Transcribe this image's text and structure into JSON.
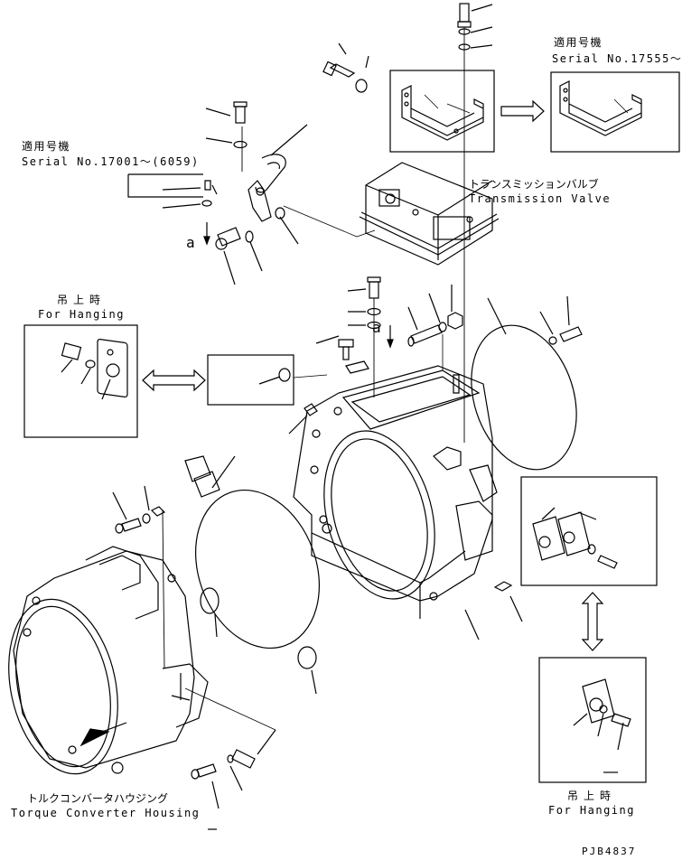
{
  "applicability_top_right": {
    "title": "適用号機",
    "serial": "Serial No.17555～"
  },
  "applicability_top_left": {
    "title": "適用号機",
    "serial": "Serial No.17001～(6059)"
  },
  "transmission_valve": {
    "jp": "トランスミッションバルブ",
    "en": "Transmission Valve"
  },
  "hanging_left": {
    "jp": "吊上時",
    "en": "For Hanging"
  },
  "hanging_right": {
    "jp": "吊上時",
    "en": "For Hanging"
  },
  "torque_converter_housing": {
    "jp": "トルクコンバータハウジング",
    "en": "Torque Converter Housing"
  },
  "reference_mark": "a",
  "drawing_code": "PJB4837",
  "colors": {
    "line": "#000000",
    "background": "#ffffff"
  }
}
